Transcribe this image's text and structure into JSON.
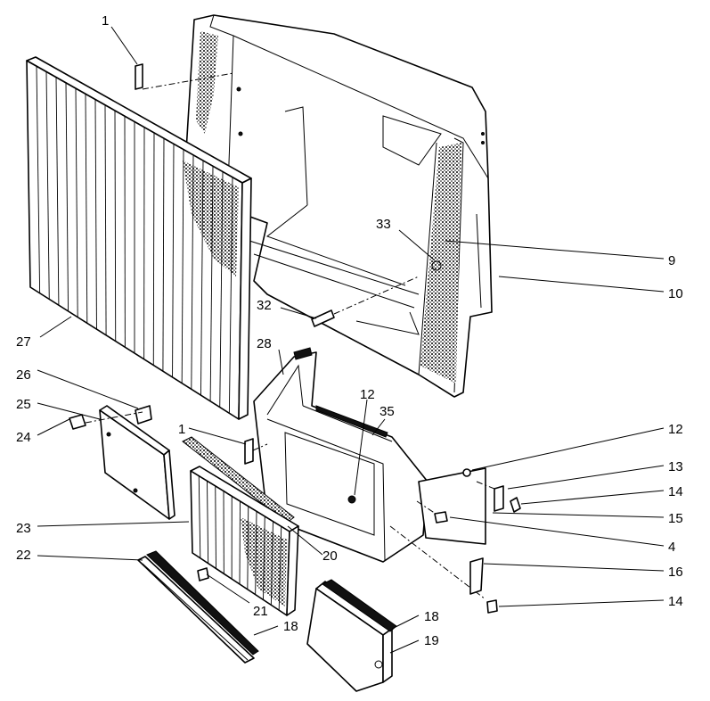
{
  "diagram": {
    "labels": [
      "1",
      "9",
      "10",
      "33",
      "32",
      "27",
      "28",
      "12",
      "35",
      "26",
      "25",
      "24",
      "1",
      "12",
      "13",
      "14",
      "15",
      "4",
      "23",
      "20",
      "22",
      "21",
      "18",
      "16",
      "14",
      "18",
      "19"
    ]
  }
}
